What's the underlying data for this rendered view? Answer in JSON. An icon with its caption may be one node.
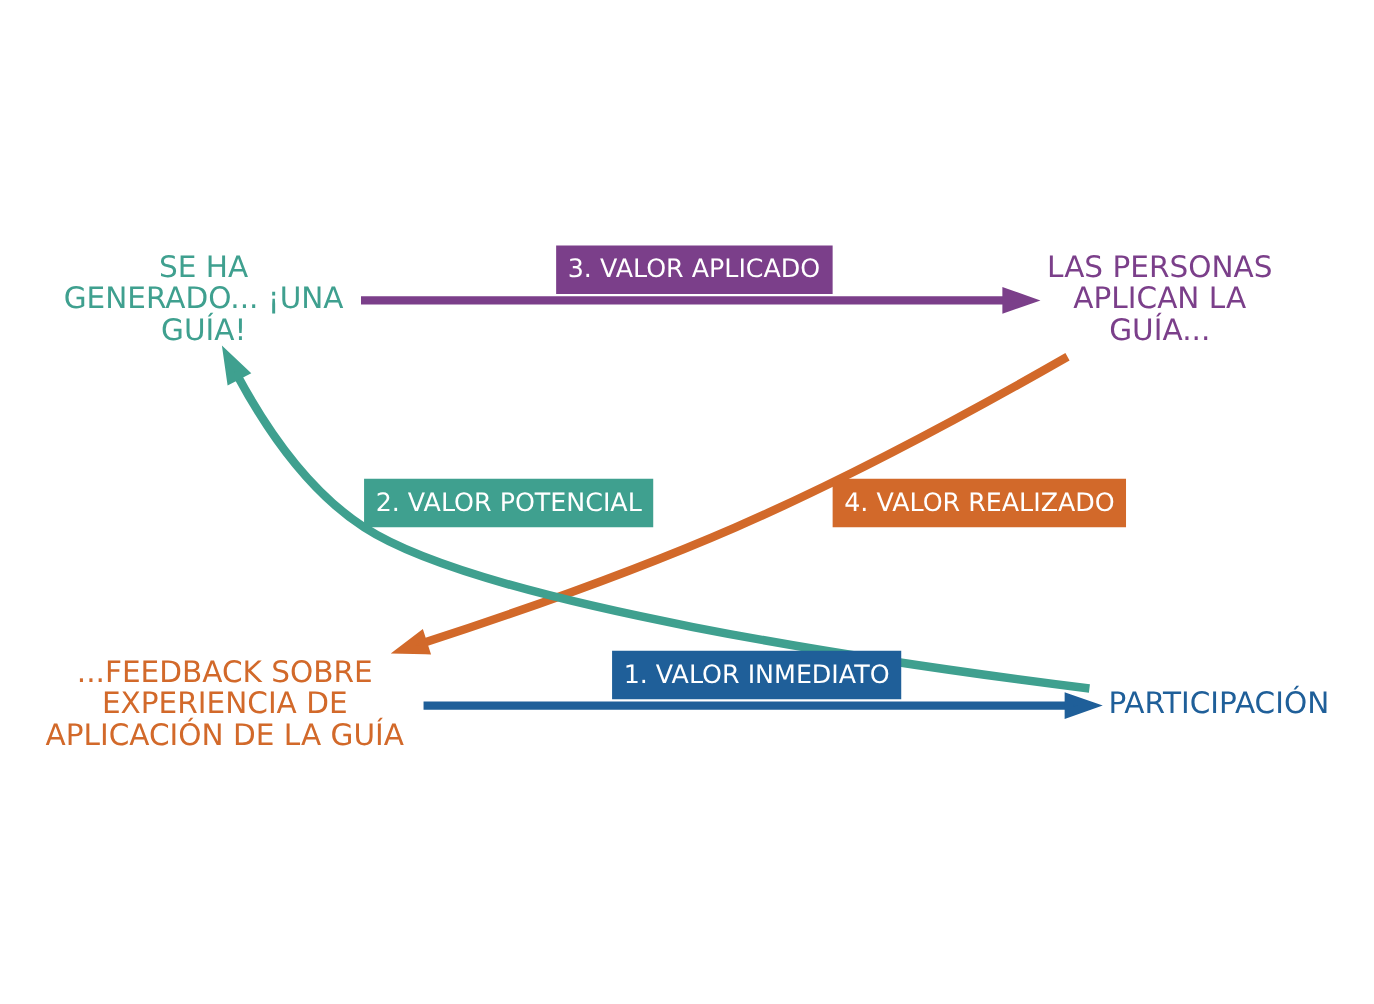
{
  "diagram": {
    "nodes": [
      {
        "text": [
          "SE HA GENERADO... ¡UNA GUÍA!"
        ]
      },
      {
        "text": [
          "LAS PERSONAS APLICAN LA GUÍA..."
        ]
      },
      {
        "text": [
          "PARTICIPACIÓN"
        ]
      },
      {
        "text": [
          "...FEEDBACK SOBRE EXPERIENCIA DE APLICACIÓN DE LA GUÍA"
        ]
      }
    ],
    "edges": [
      {
        "from": 3,
        "to": 2,
        "arrow": "to",
        "label": "1. VALOR INMEDIATO",
        "color": "#1f5f99"
      },
      {
        "from": 2,
        "to": 0,
        "arrow": "to",
        "label": "2. VALOR POTENCIAL",
        "color": "#3fa08f"
      },
      {
        "from": 0,
        "to": 1,
        "arrow": "to",
        "label": "3. VALOR APLICADO",
        "color": "#7b3f8a"
      },
      {
        "from": 1,
        "to": 3,
        "arrow": "to",
        "label": "4. VALOR REALIZADO",
        "color": "#d2692a"
      }
    ]
  }
}
